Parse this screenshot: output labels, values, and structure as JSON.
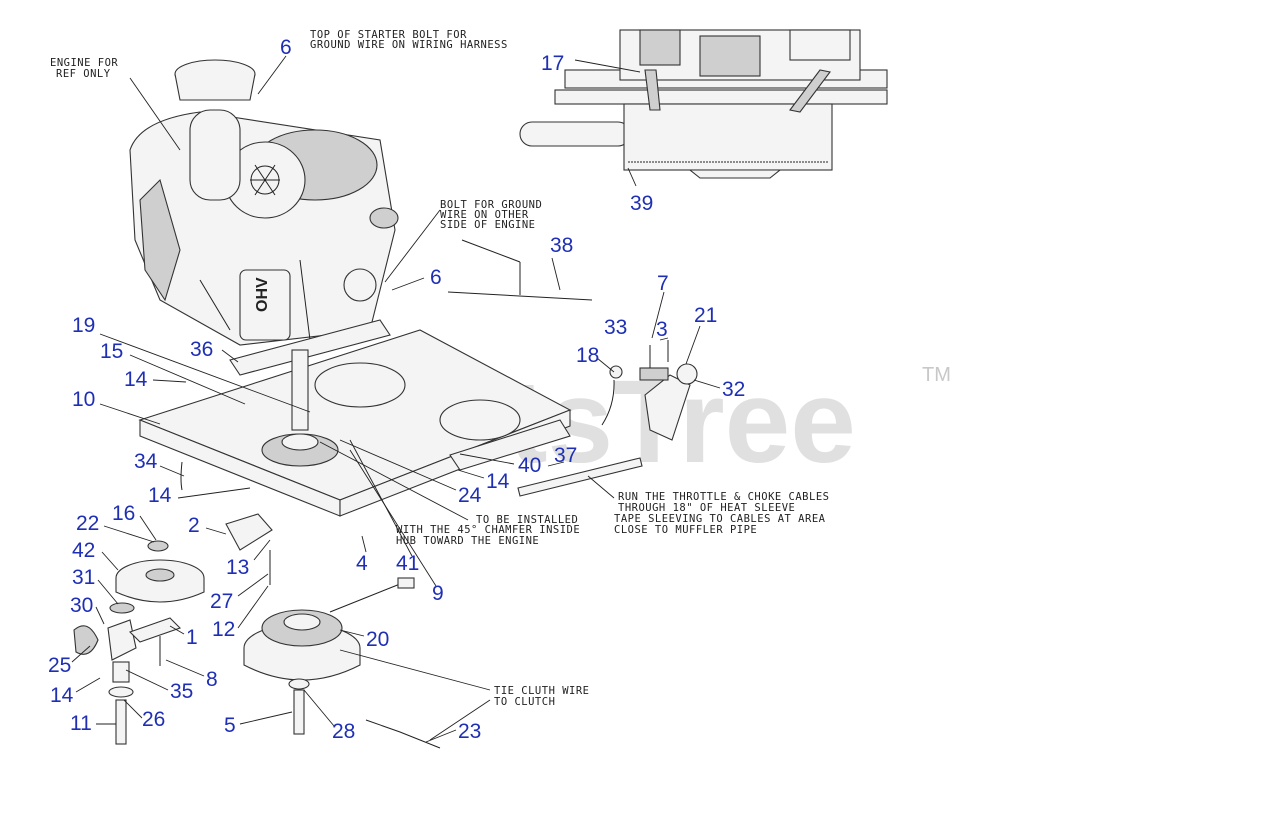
{
  "watermark": {
    "text": "PartsTree",
    "trademark": "TM"
  },
  "notes": {
    "engine_ref": [
      "ENGINE FOR",
      "REF ONLY"
    ],
    "starter_bolt": [
      "TOP OF STARTER BOLT FOR",
      "GROUND WIRE ON WIRING HARNESS"
    ],
    "ground_bolt": [
      "BOLT FOR GROUND",
      "WIRE ON OTHER",
      "SIDE OF ENGINE"
    ],
    "throttle_cables": [
      "RUN THE THROTTLE & CHOKE CABLES",
      "THROUGH 18\" OF HEAT SLEEVE",
      "TAPE SLEEVING TO CABLES AT AREA",
      "CLOSE TO MUFFLER PIPE"
    ],
    "chamfer": [
      "TO BE INSTALLED",
      "WITH THE 45° CHAMFER INSIDE",
      "HUB TOWARD THE ENGINE"
    ],
    "tie_clutch": [
      "TIE CLUTH WIRE",
      "TO CLUTCH"
    ]
  },
  "callouts": [
    "6",
    "17",
    "39",
    "38",
    "6",
    "7",
    "33",
    "3",
    "21",
    "18",
    "32",
    "19",
    "15",
    "36",
    "14",
    "10",
    "37",
    "40",
    "14",
    "24",
    "34",
    "14",
    "16",
    "2",
    "22",
    "42",
    "13",
    "4",
    "41",
    "9",
    "31",
    "27",
    "30",
    "12",
    "20",
    "1",
    "25",
    "8",
    "14",
    "35",
    "11",
    "26",
    "5",
    "28",
    "23"
  ],
  "engine_label": "OHV",
  "colors": {
    "callout": "#1f2fb5",
    "watermark": "#c8c8c8"
  }
}
